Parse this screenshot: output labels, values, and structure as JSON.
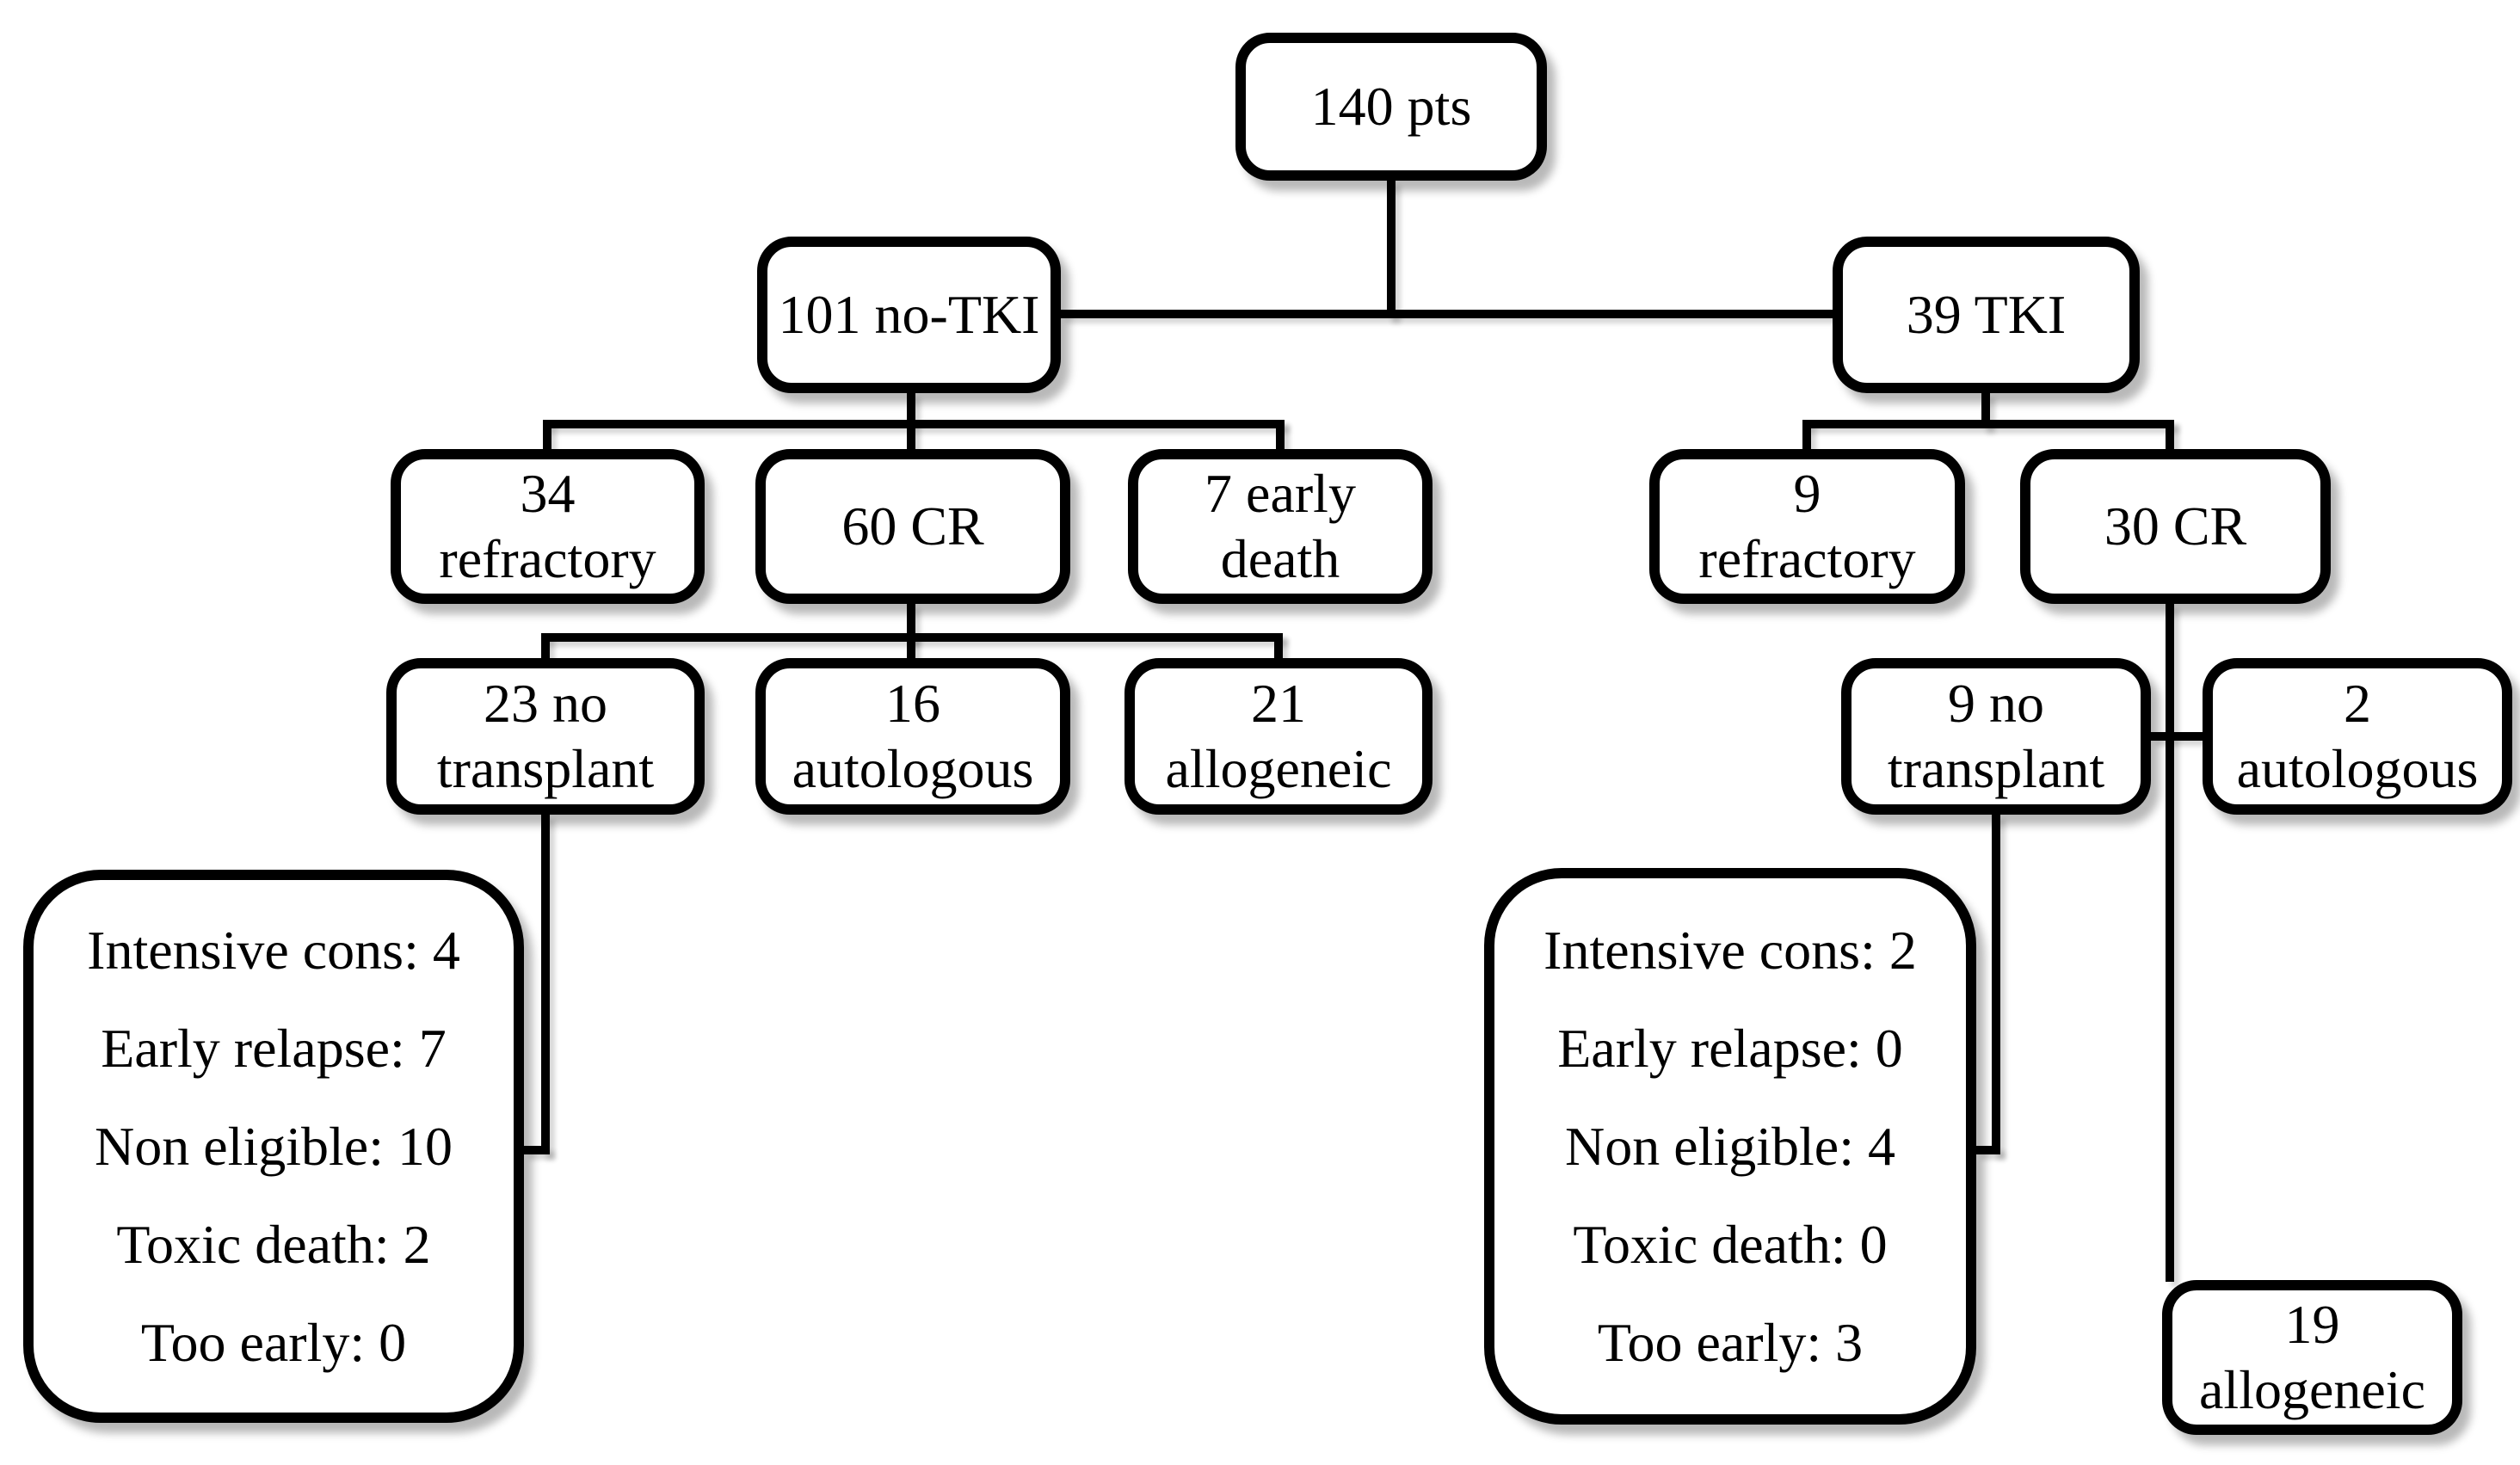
{
  "diagram": {
    "background_color": "#ffffff",
    "box_fill_color": "#ffffff",
    "box_border_color": "#000000",
    "connector_color": "#000000",
    "nodes": {
      "root": {
        "label": "140 pts"
      },
      "no_tki": {
        "label": "101 no-TKI"
      },
      "tki": {
        "label": "39 TKI"
      },
      "no_tki_refractory": {
        "label": "34\nrefractory"
      },
      "no_tki_cr": {
        "label": "60 CR"
      },
      "no_tki_early_death": {
        "label": "7 early\ndeath"
      },
      "no_tki_no_transplant": {
        "label": "23 no\ntransplant"
      },
      "no_tki_autologous": {
        "label": "16\nautologous"
      },
      "no_tki_allogeneic": {
        "label": "21\nallogeneic"
      },
      "no_tki_outcomes": {
        "lines": [
          "Intensive cons: 4",
          "Early relapse: 7",
          "Non eligible: 10",
          "Toxic death: 2",
          "Too early: 0"
        ]
      },
      "tki_refractory": {
        "label": "9\nrefractory"
      },
      "tki_cr": {
        "label": "30 CR"
      },
      "tki_no_transplant": {
        "label": "9 no\ntransplant"
      },
      "tki_autologous": {
        "label": "2\nautologous"
      },
      "tki_outcomes": {
        "lines": [
          "Intensive cons: 2",
          "Early relapse: 0",
          "Non eligible: 4",
          "Toxic death: 0",
          "Too early: 3"
        ]
      },
      "tki_allogeneic": {
        "label": "19\nallogeneic"
      }
    }
  }
}
